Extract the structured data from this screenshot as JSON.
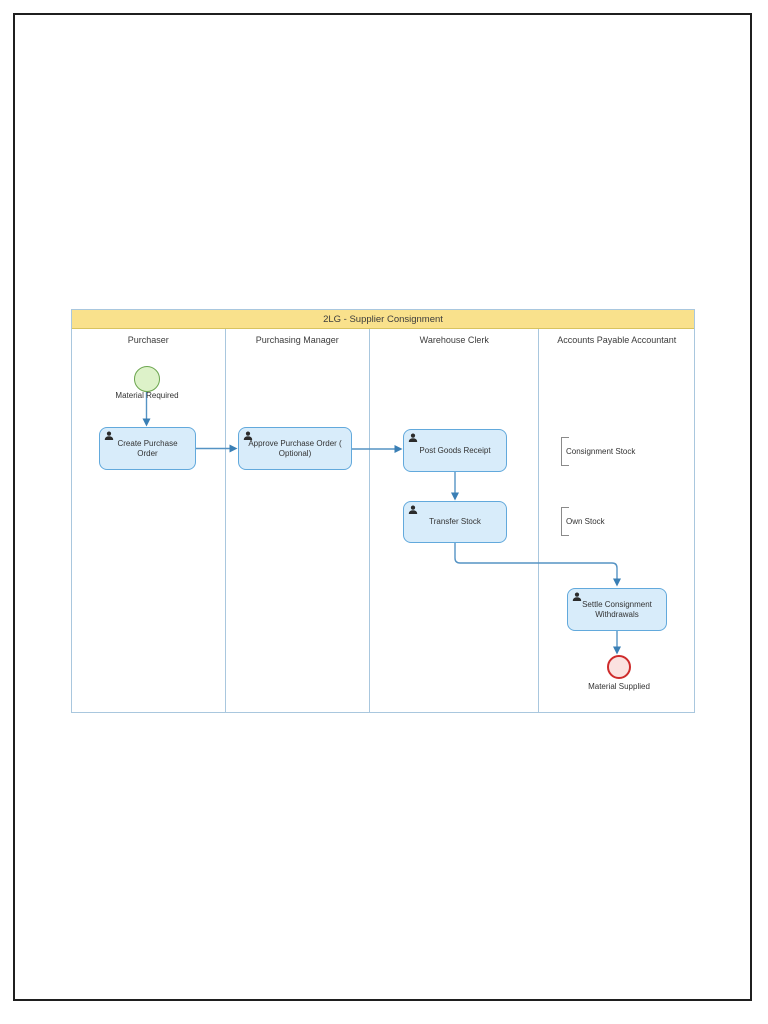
{
  "diagram": {
    "title": "2LG - Supplier Consignment",
    "lanes": [
      {
        "label": "Purchaser"
      },
      {
        "label": "Purchasing Manager"
      },
      {
        "label": "Warehouse Clerk"
      },
      {
        "label": "Accounts Payable Accountant"
      }
    ],
    "start_event": {
      "label": "Material Required"
    },
    "end_event": {
      "label": "Material Supplied"
    },
    "tasks": [
      {
        "label": "Create Purchase Order",
        "lane": "Purchaser"
      },
      {
        "label": "Approve Purchase Order ( Optional)",
        "lane": "Purchasing Manager"
      },
      {
        "label": "Post Goods Receipt",
        "lane": "Warehouse Clerk"
      },
      {
        "label": "Transfer Stock",
        "lane": "Warehouse Clerk"
      },
      {
        "label": "Settle Consignment Withdrawals",
        "lane": "Accounts Payable Accountant"
      }
    ],
    "annotations": [
      {
        "label": "Consignment Stock"
      },
      {
        "label": "Own Stock"
      }
    ],
    "colors": {
      "header_fill": "#f9e18c",
      "header_border": "#d8c35f",
      "lane_border": "#a9c7de",
      "task_fill": "#d8ecfa",
      "task_border": "#62a9dc",
      "flow_line": "#5593c4",
      "flow_arrow": "#3a7fb5",
      "start_border": "#6ba54e",
      "start_fill": "#ddf2c9",
      "end_border": "#ce2b2b",
      "end_fill": "#fbe2e0"
    }
  }
}
